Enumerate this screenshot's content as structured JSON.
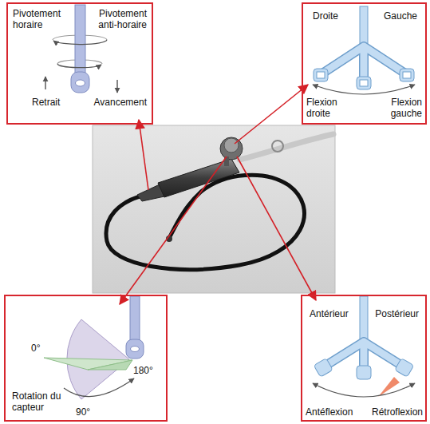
{
  "diagram": {
    "nodes": [
      {
        "text": [
          "Pivotement horaire",
          "Pivotement anti-horaire",
          "Retrait",
          "Avancement"
        ]
      },
      {
        "text": [
          "Droite",
          "Gauche",
          "Flexion droite",
          "Flexion gauche"
        ]
      },
      {
        "text": [
          "0°",
          "180°",
          "Rotation du capteur",
          "90°"
        ]
      },
      {
        "text": [
          "Antérieur",
          "Postérieur",
          "Antéflexion",
          "Rétroflexion"
        ]
      }
    ]
  }
}
